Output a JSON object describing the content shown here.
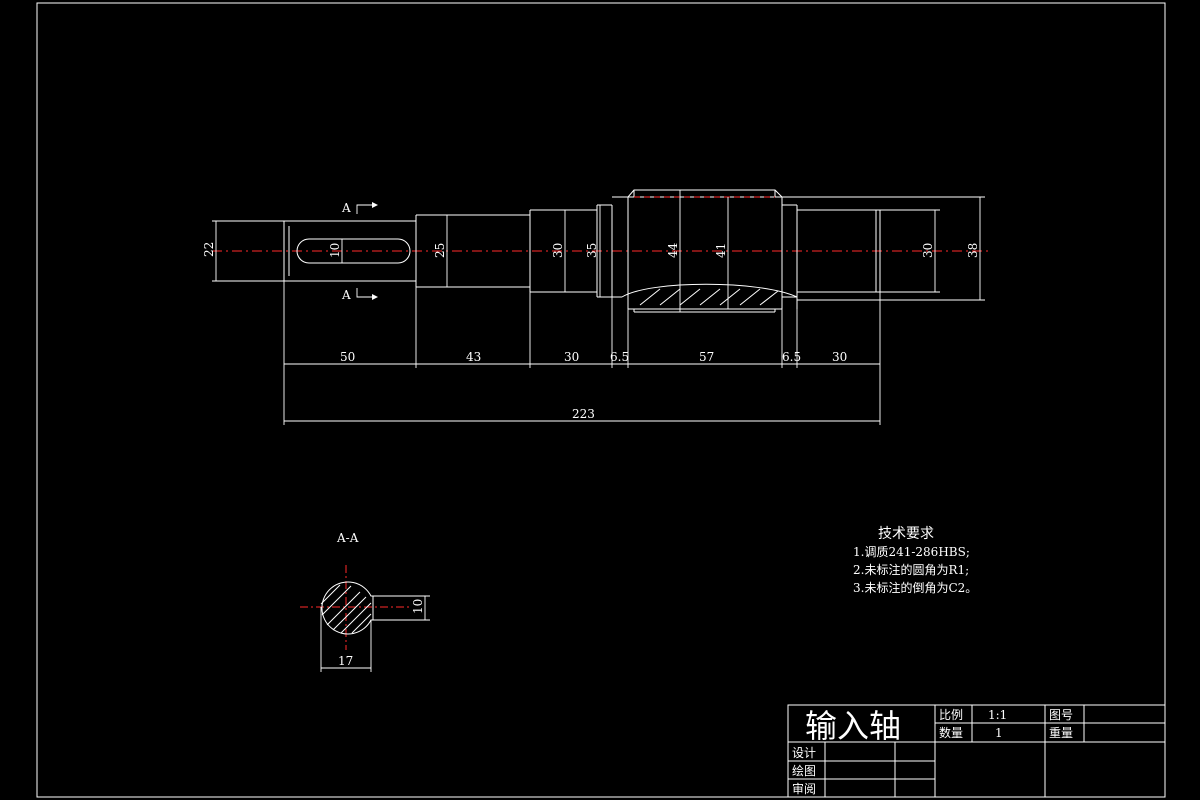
{
  "section_label": "A-A",
  "section_arrow_labels": [
    "A",
    "A"
  ],
  "shaft_dimensions": {
    "diameters": [
      "22",
      "10",
      "25",
      "30",
      "35",
      "44",
      "41",
      "30",
      "38"
    ],
    "lengths": [
      "50",
      "43",
      "30",
      "6.5",
      "57",
      "6.5",
      "30"
    ],
    "total_length": "223"
  },
  "section_dimensions": {
    "width": "17",
    "key_height": "10"
  },
  "tech_requirements": {
    "heading": "技术要求",
    "items": [
      "1.调质241-286HBS;",
      "2.未标注的圆角为R1;",
      "3.未标注的倒角为C2。"
    ]
  },
  "title_block": {
    "part_name": "输入轴",
    "scale_label": "比例",
    "scale_value": "1:1",
    "drawing_no_label": "图号",
    "quantity_label": "数量",
    "quantity_value": "1",
    "weight_label": "重量",
    "design_label": "设计",
    "draw_label": "绘图",
    "review_label": "审阅"
  },
  "colors": {
    "background": "#000000",
    "line": "#ffffff",
    "centerline": "#ff2a2a"
  }
}
